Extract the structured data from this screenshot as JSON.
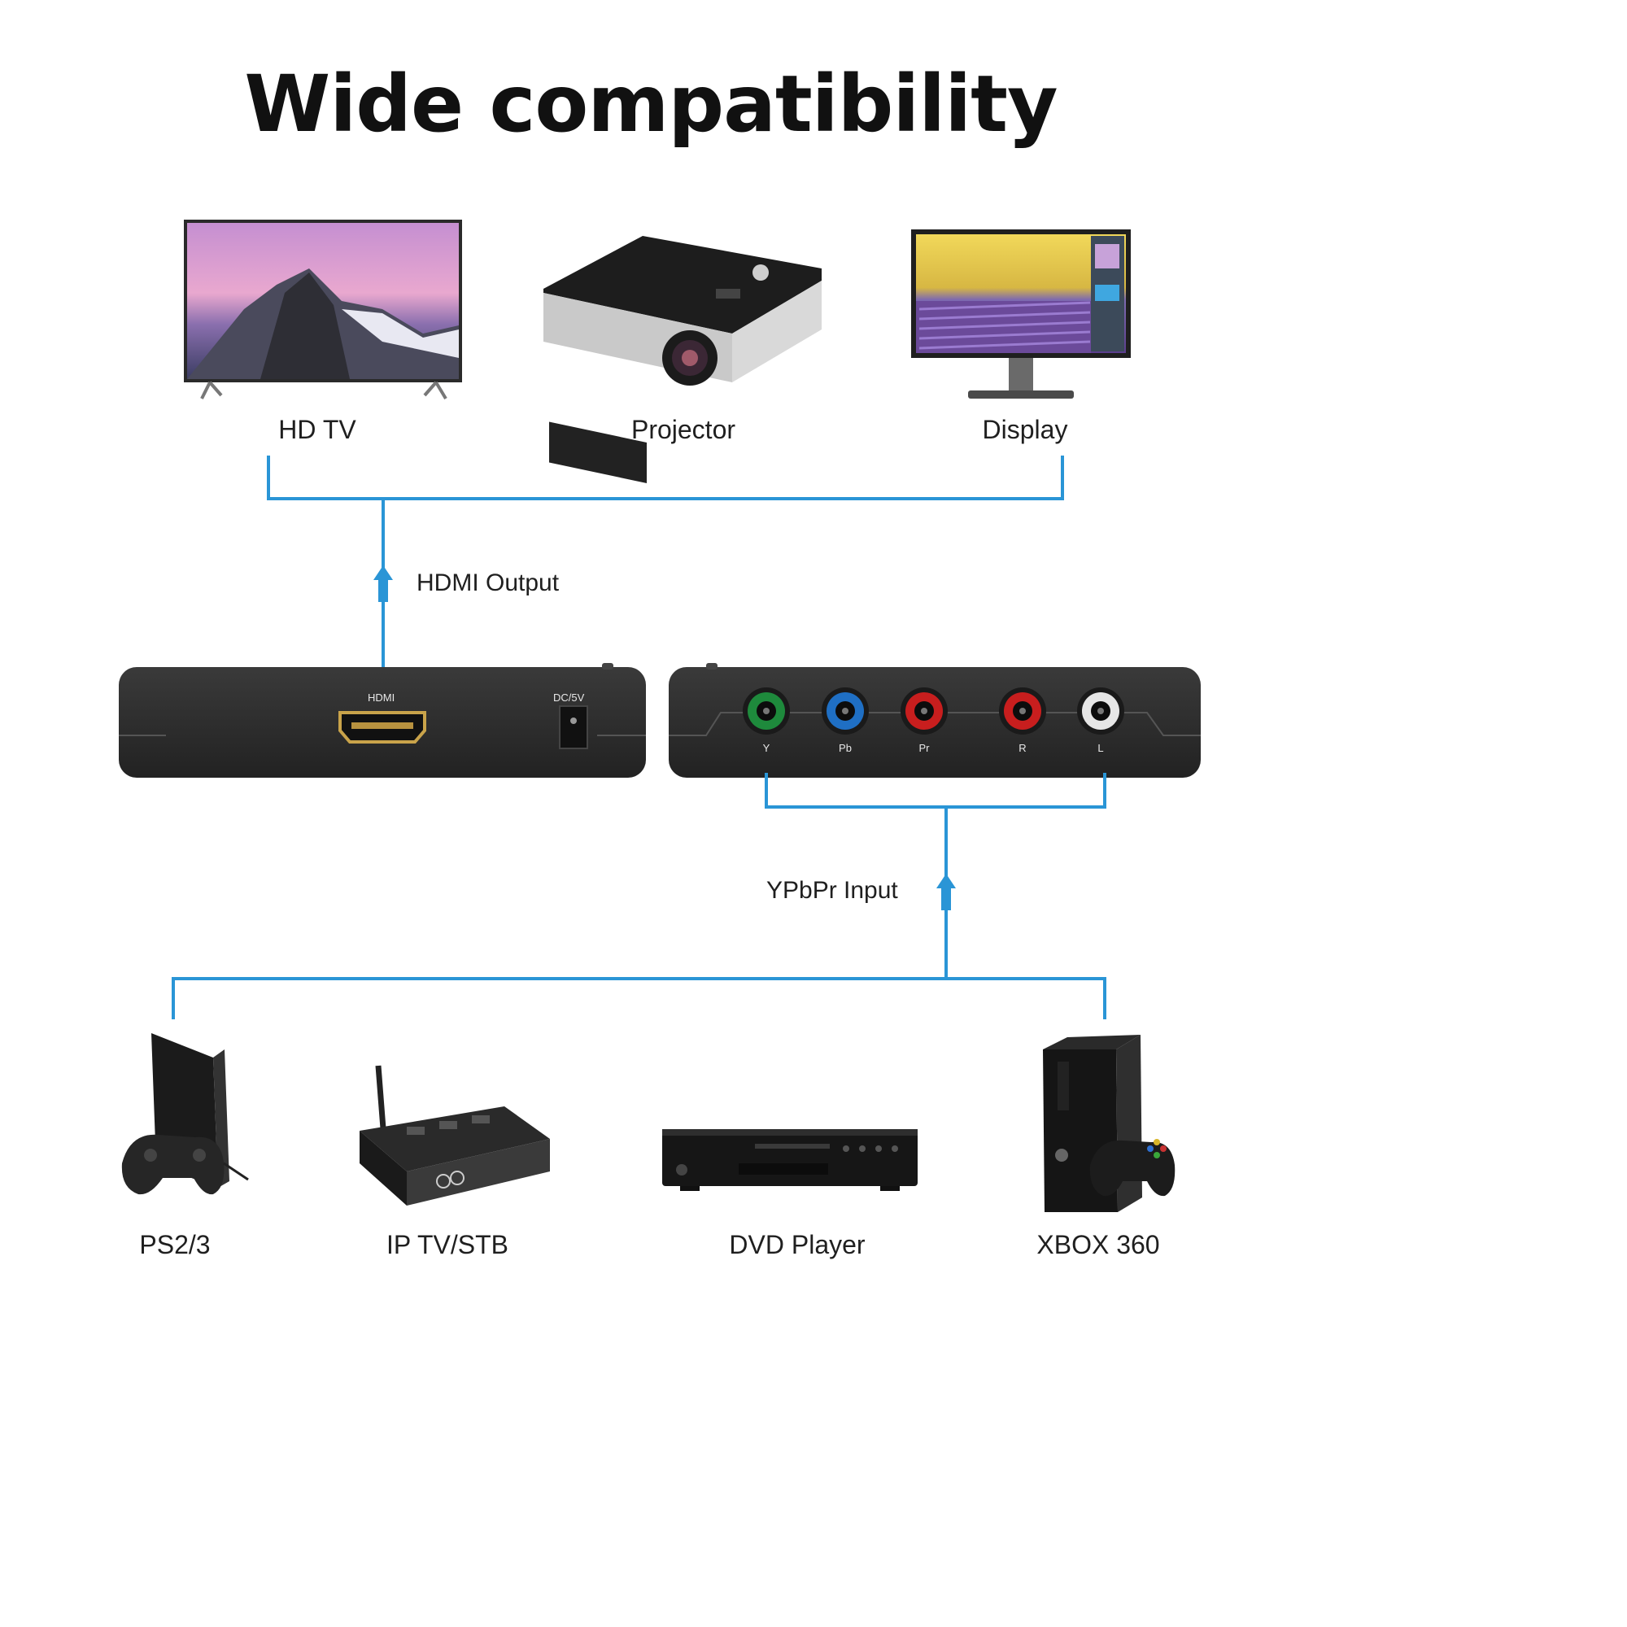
{
  "title": "Wide compatibility",
  "outputs": {
    "label": "HDMI Output",
    "devices": [
      {
        "name": "HD TV",
        "icon": "tv-icon"
      },
      {
        "name": "Projector",
        "icon": "projector-icon"
      },
      {
        "name": "Display",
        "icon": "monitor-icon"
      }
    ]
  },
  "inputs": {
    "label": "YPbPr Input",
    "devices": [
      {
        "name": "PS2/3",
        "icon": "ps2-console-icon"
      },
      {
        "name": "IP TV/STB",
        "icon": "set-top-box-icon"
      },
      {
        "name": "DVD Player",
        "icon": "dvd-player-icon"
      },
      {
        "name": "XBOX 360",
        "icon": "xbox-360-icon"
      }
    ]
  },
  "converter": {
    "hdmi_port_label": "HDMI",
    "dc_port_label": "DC/5V",
    "ports": [
      "Y",
      "Pb",
      "Pr",
      "R",
      "L"
    ],
    "port_colors": [
      "#1e8a3c",
      "#1f6fc4",
      "#c81e1e",
      "#c81e1e",
      "#e6e6e6"
    ]
  },
  "colors": {
    "connector_line": "#2a95d6",
    "device_body": "#2b2b2b"
  }
}
